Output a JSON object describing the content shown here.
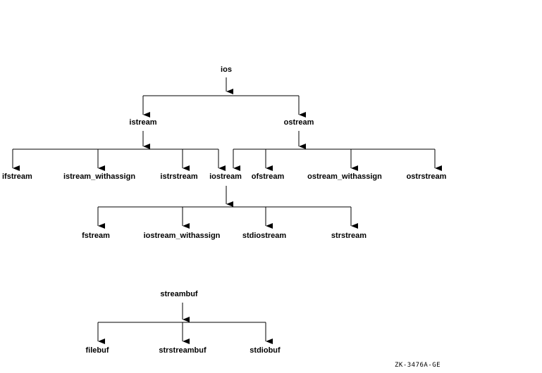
{
  "diagram": {
    "ios_tree": {
      "root": "ios",
      "level1": [
        "istream",
        "ostream"
      ],
      "istream_children": [
        "ifstream",
        "istream_withassign",
        "istrstream",
        "iostream"
      ],
      "ostream_children": [
        "ofstream",
        "ostream_withassign",
        "ostrstream"
      ],
      "iostream_children": [
        "fstream",
        "iostream_withassign",
        "stdiostream",
        "strstream"
      ]
    },
    "streambuf_tree": {
      "root": "streambuf",
      "children": [
        "filebuf",
        "strstreambuf",
        "stdiobuf"
      ]
    },
    "figure_id": "ZK-3476A-GE"
  },
  "line_color": "#000000"
}
